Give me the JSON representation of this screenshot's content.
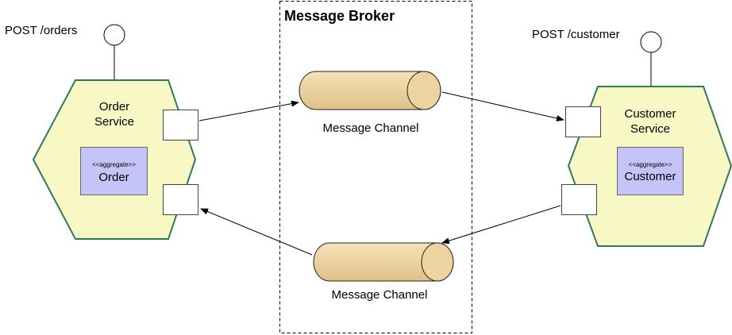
{
  "broker": {
    "title": "Message Broker"
  },
  "order_service": {
    "endpoint": "POST /orders",
    "name_line1": "Order",
    "name_line2": "Service",
    "aggregate_stereotype": "<<aggregate>>",
    "aggregate_name": "Order"
  },
  "customer_service": {
    "endpoint": "POST /customer",
    "name_line1": "Customer",
    "name_line2": "Service",
    "aggregate_stereotype": "<<aggregate>>",
    "aggregate_name": "Customer"
  },
  "channels": {
    "top_label": "Message Channel",
    "bottom_label": "Message Channel"
  },
  "colors": {
    "hexagon_fill": "#f8f8c4",
    "hexagon_stroke": "#2e7b57",
    "aggregate_fill": "#c4c4f8",
    "channel_fill": "#ebd19e",
    "channel_stroke": "#222222"
  }
}
